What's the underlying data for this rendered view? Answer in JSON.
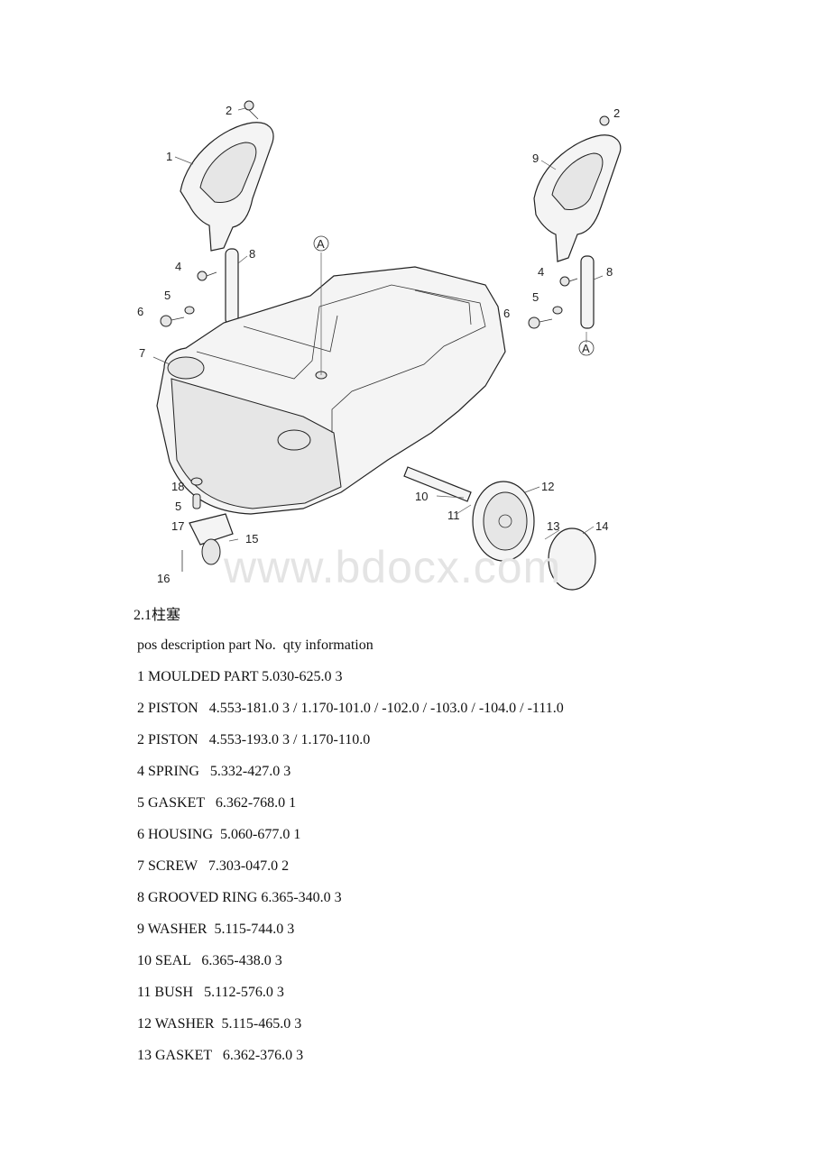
{
  "diagram": {
    "callouts": [
      "1",
      "2",
      "2",
      "4",
      "4",
      "5",
      "5",
      "6",
      "6",
      "7",
      "8",
      "8",
      "9",
      "10",
      "11",
      "12",
      "13",
      "14",
      "15",
      "16",
      "17",
      "18",
      "5",
      "A",
      "A"
    ]
  },
  "watermark": "www.bdocx.com",
  "section_heading": "2.1柱塞",
  "table": {
    "header": "pos description part No.  qty information",
    "rows": [
      "1 MOULDED PART 5.030-625.0 3",
      "2 PISTON   4.553-181.0 3 / 1.170-101.0 / -102.0 / -103.0 / -104.0 / -111.0",
      "2 PISTON   4.553-193.0 3 / 1.170-110.0",
      "4 SPRING   5.332-427.0 3",
      "5 GASKET   6.362-768.0 1",
      "6 HOUSING  5.060-677.0 1",
      "7 SCREW   7.303-047.0 2",
      "8 GROOVED RING 6.365-340.0 3",
      "9 WASHER  5.115-744.0 3",
      "10 SEAL   6.365-438.0 3",
      "11 BUSH   5.112-576.0 3",
      "12 WASHER  5.115-465.0 3",
      "13 GASKET   6.362-376.0 3"
    ]
  }
}
